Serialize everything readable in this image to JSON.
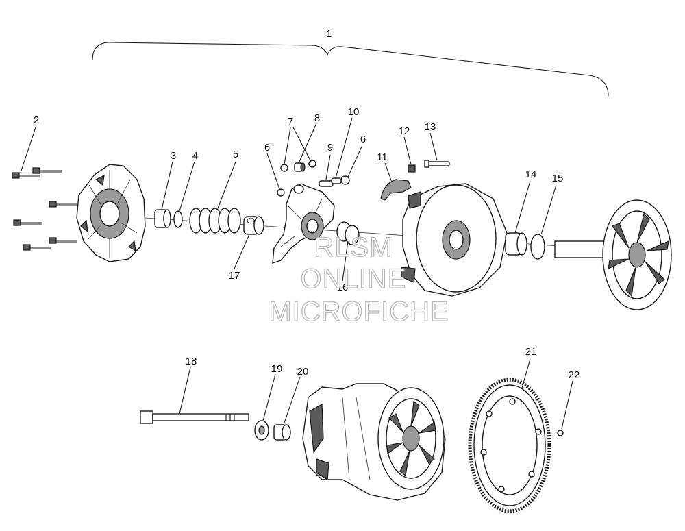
{
  "callouts": [
    "1",
    "2",
    "3",
    "4",
    "5",
    "6",
    "7",
    "8",
    "9",
    "10",
    "6",
    "11",
    "12",
    "13",
    "14",
    "15",
    "16",
    "17",
    "18",
    "19",
    "20",
    "21",
    "22"
  ],
  "watermark": {
    "line1": "RLSM",
    "line2": "ONLINE",
    "line3": "MICROFICHE"
  }
}
